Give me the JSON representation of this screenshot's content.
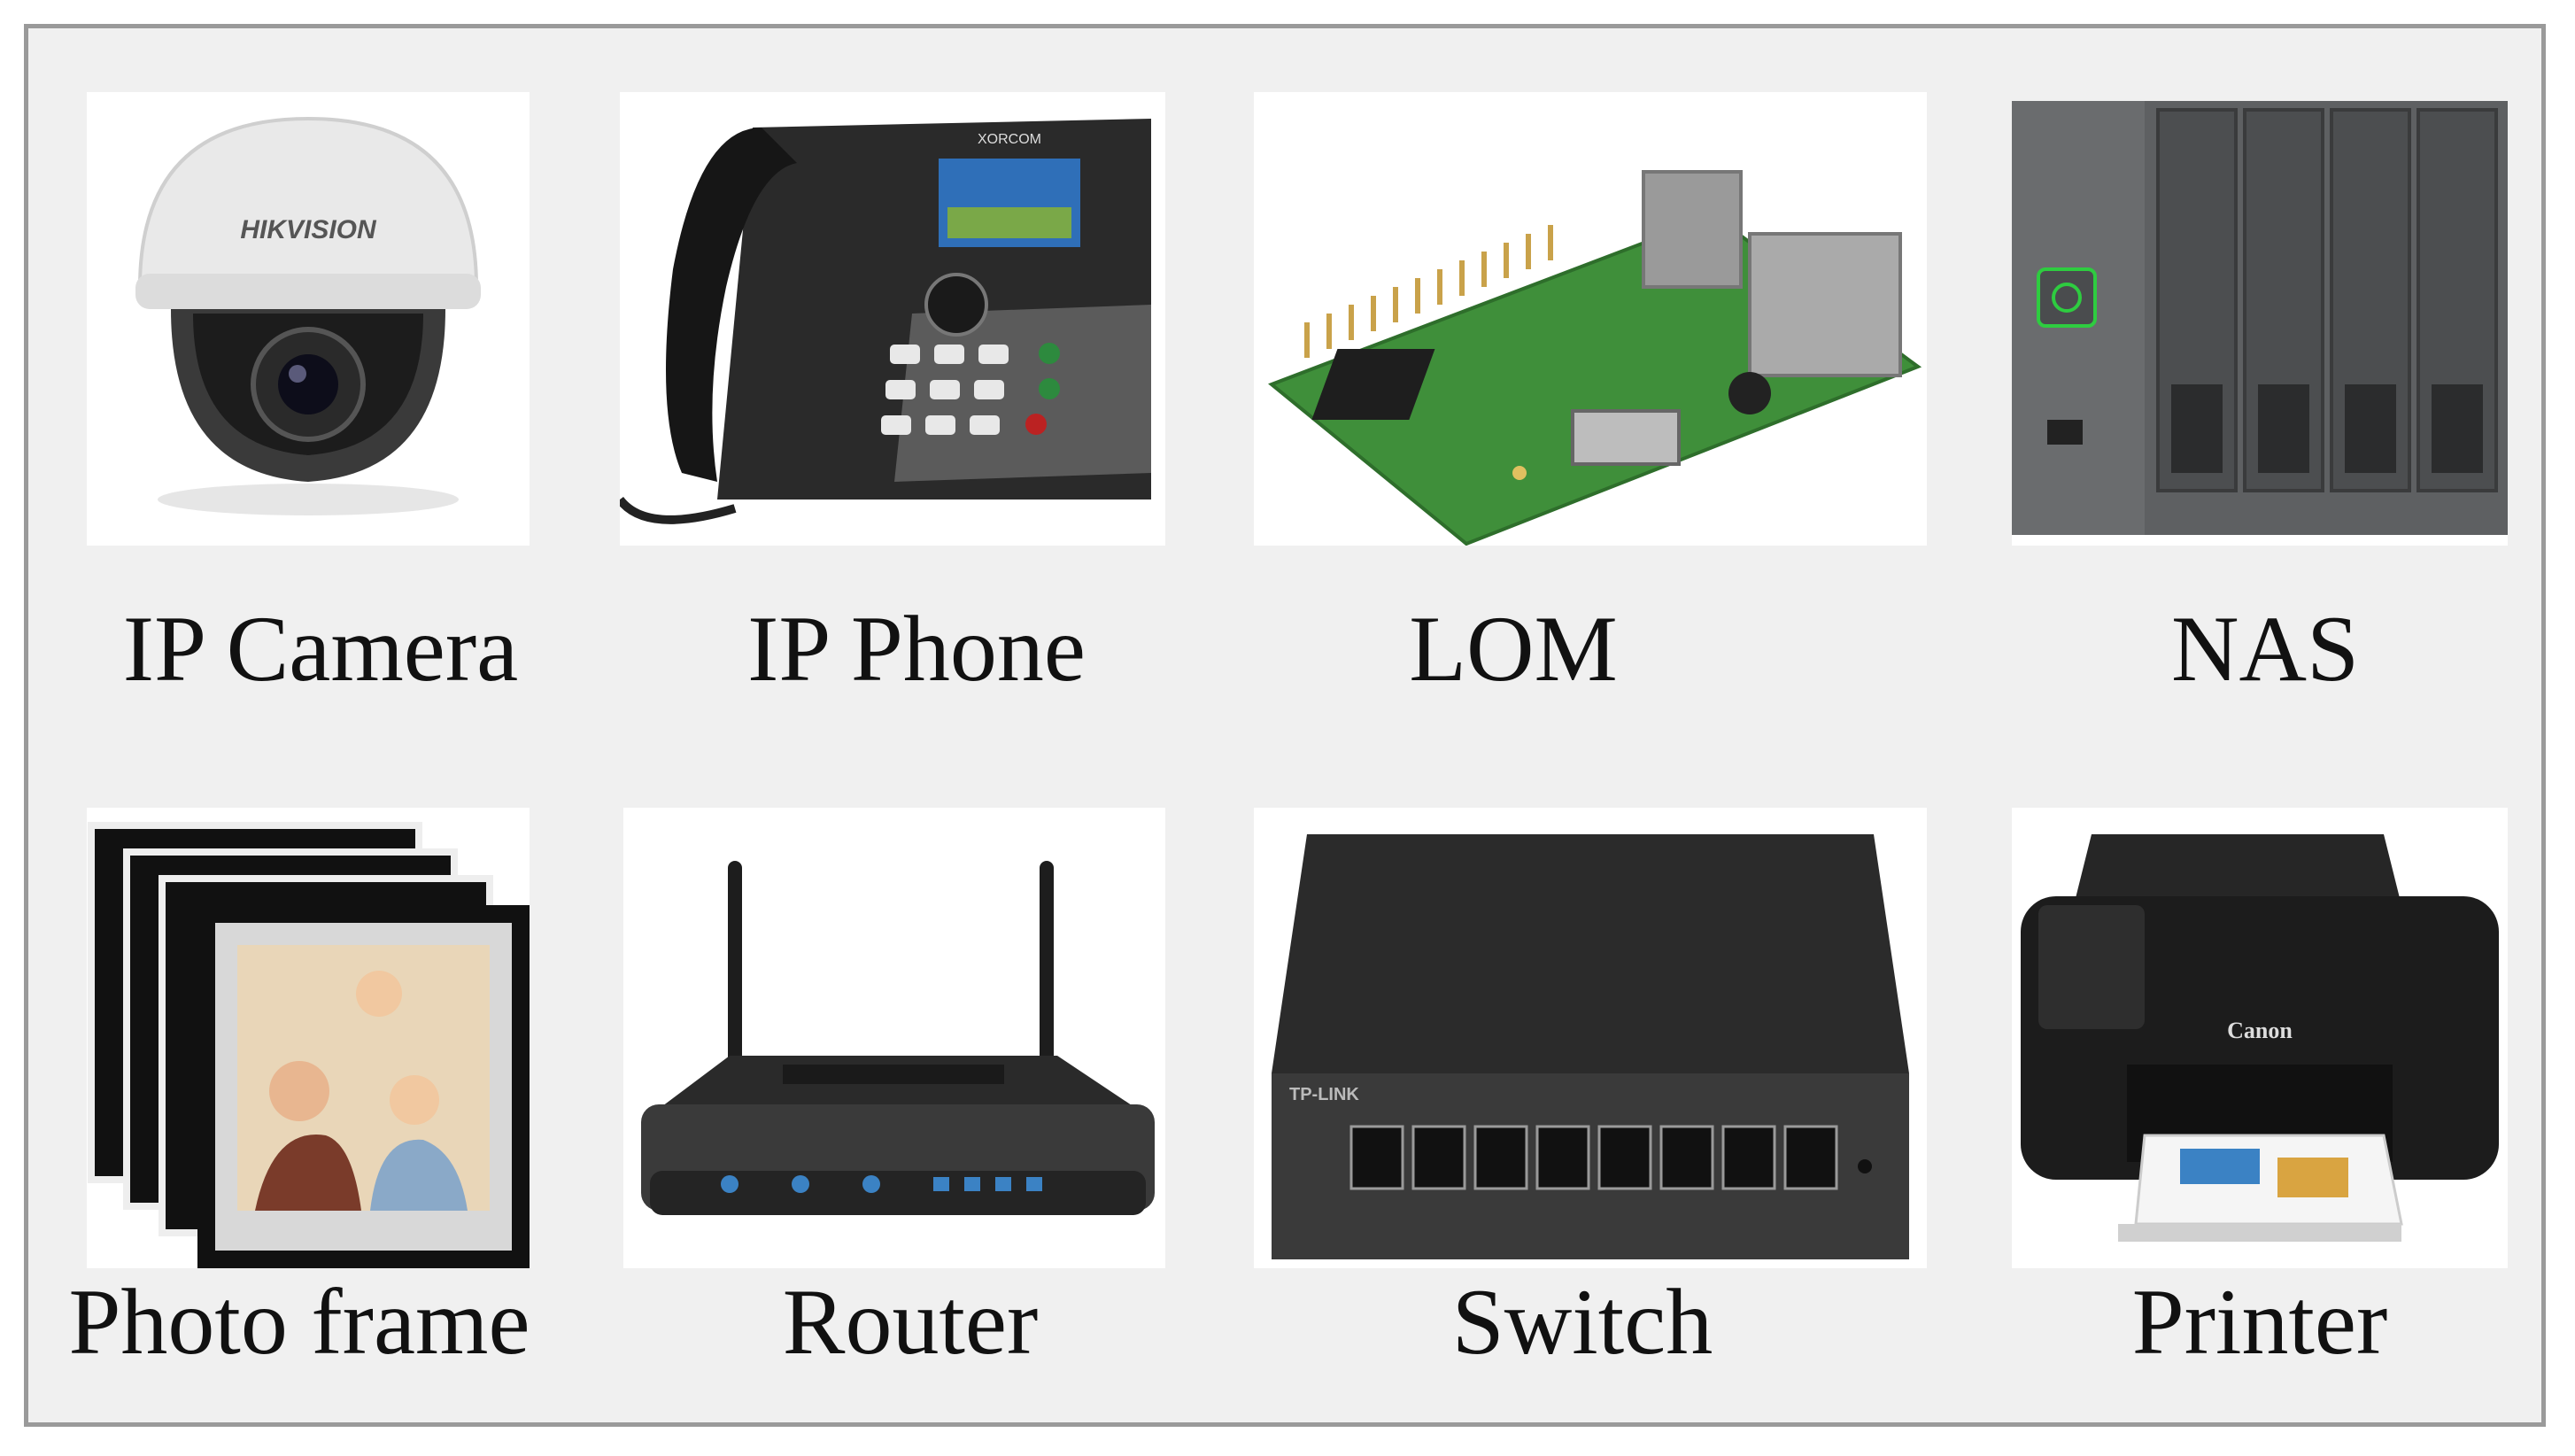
{
  "devices": [
    {
      "label": "IP Camera",
      "icon": "ip-camera-icon",
      "brand_text": "HIKVISION"
    },
    {
      "label": "IP Phone",
      "icon": "ip-phone-icon",
      "brand_text": "XORCOM"
    },
    {
      "label": "LOM",
      "icon": "lom-board-icon"
    },
    {
      "label": "NAS",
      "icon": "nas-icon"
    },
    {
      "label": "Photo frame",
      "icon": "photo-frame-icon"
    },
    {
      "label": "Router",
      "icon": "router-icon"
    },
    {
      "label": "Switch",
      "icon": "switch-icon",
      "brand_text": "TP-LINK"
    },
    {
      "label": "Printer",
      "icon": "printer-icon",
      "brand_text": "Canon"
    }
  ],
  "colors": {
    "frame_border": "#9a9a9a",
    "frame_background": "#f0f0f0",
    "pcb_green": "#3f8f3a",
    "power_led": "#2ecc40"
  }
}
